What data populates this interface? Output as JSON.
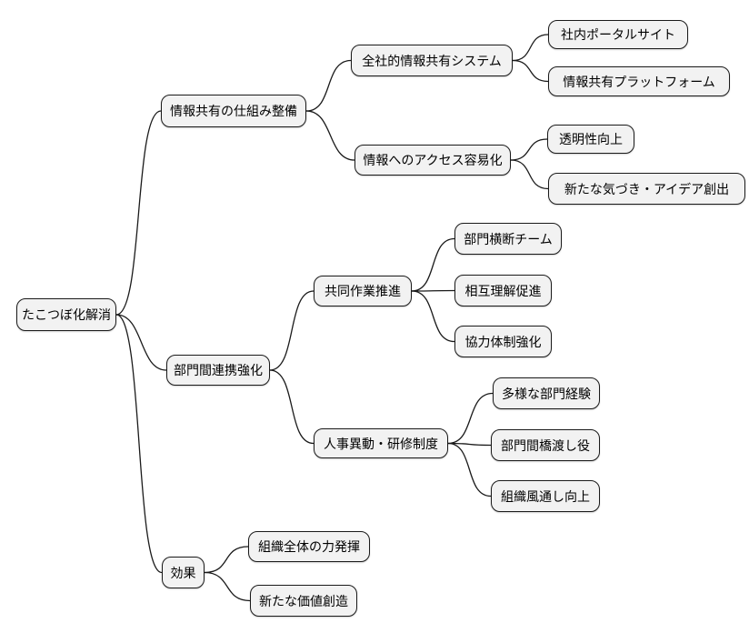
{
  "diagram": {
    "type": "mindmap",
    "root": {
      "label": "たこつぼ化解消",
      "children": [
        {
          "label": "情報共有の仕組み整備",
          "children": [
            {
              "label": "全社的情報共有システム",
              "children": [
                {
                  "label": "社内ポータルサイト"
                },
                {
                  "label": "情報共有プラットフォーム"
                }
              ]
            },
            {
              "label": "情報へのアクセス容易化",
              "children": [
                {
                  "label": "透明性向上"
                },
                {
                  "label": "新たな気づき・アイデア創出"
                }
              ]
            }
          ]
        },
        {
          "label": "部門間連携強化",
          "children": [
            {
              "label": "共同作業推進",
              "children": [
                {
                  "label": "部門横断チーム"
                },
                {
                  "label": "相互理解促進"
                },
                {
                  "label": "協力体制強化"
                }
              ]
            },
            {
              "label": "人事異動・研修制度",
              "children": [
                {
                  "label": "多様な部門経験"
                },
                {
                  "label": "部門間橋渡し役"
                },
                {
                  "label": "組織風通し向上"
                }
              ]
            }
          ]
        },
        {
          "label": "効果",
          "children": [
            {
              "label": "組織全体の力発揮"
            },
            {
              "label": "新たな価値創造"
            }
          ]
        }
      ]
    },
    "colors": {
      "background": "#ffffff",
      "node_fill": "#f2f2f2",
      "node_border": "#1a1a1a",
      "edge_line": "#1a1a1a",
      "text": "#000000"
    }
  }
}
